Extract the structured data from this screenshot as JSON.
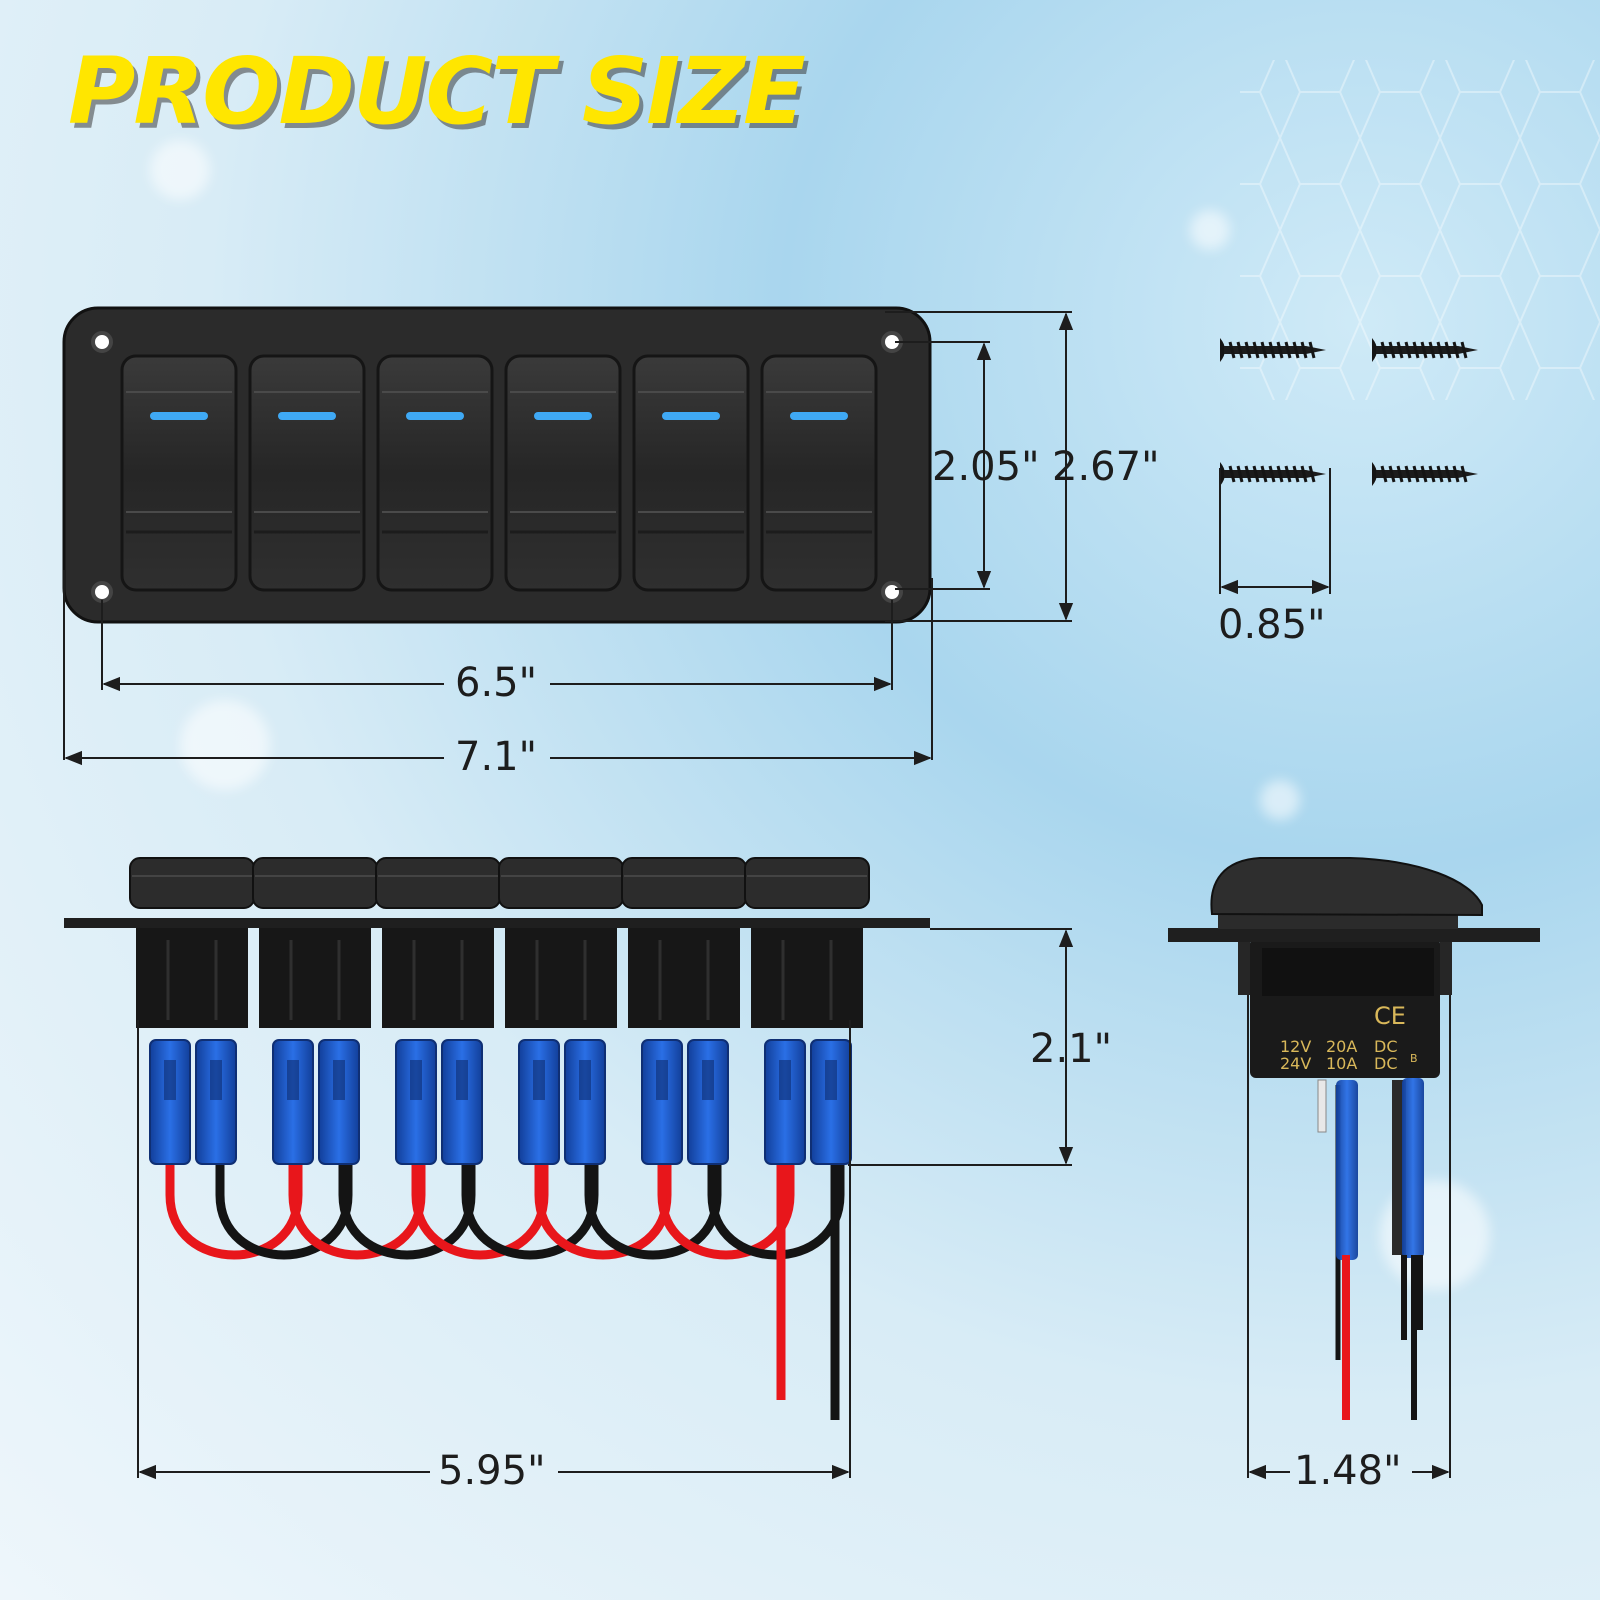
{
  "title": "PRODUCT SIZE",
  "dimensions": {
    "panel_hole_spacing_width": "6.5\"",
    "panel_total_width": "7.1\"",
    "panel_hole_spacing_height": "2.05\"",
    "panel_total_height": "2.67\"",
    "screw_length": "0.85\"",
    "switch_depth": "2.1\"",
    "switch_row_width": "5.95\"",
    "single_switch_width": "1.48\""
  },
  "switch_label": {
    "certification": "CE",
    "row1": [
      "12V",
      "20A",
      "DC"
    ],
    "row2": [
      "24V",
      "10A",
      "DC"
    ],
    "suffix": "B"
  },
  "colors": {
    "title": "#ffe600",
    "indicator_light": "#3fa9f5",
    "wire_red": "#e8161b",
    "wire_black": "#141414",
    "terminal_blue": "#1e5fd0",
    "panel": "#2a2a2a"
  },
  "counts": {
    "switches": 6,
    "screws": 4
  }
}
